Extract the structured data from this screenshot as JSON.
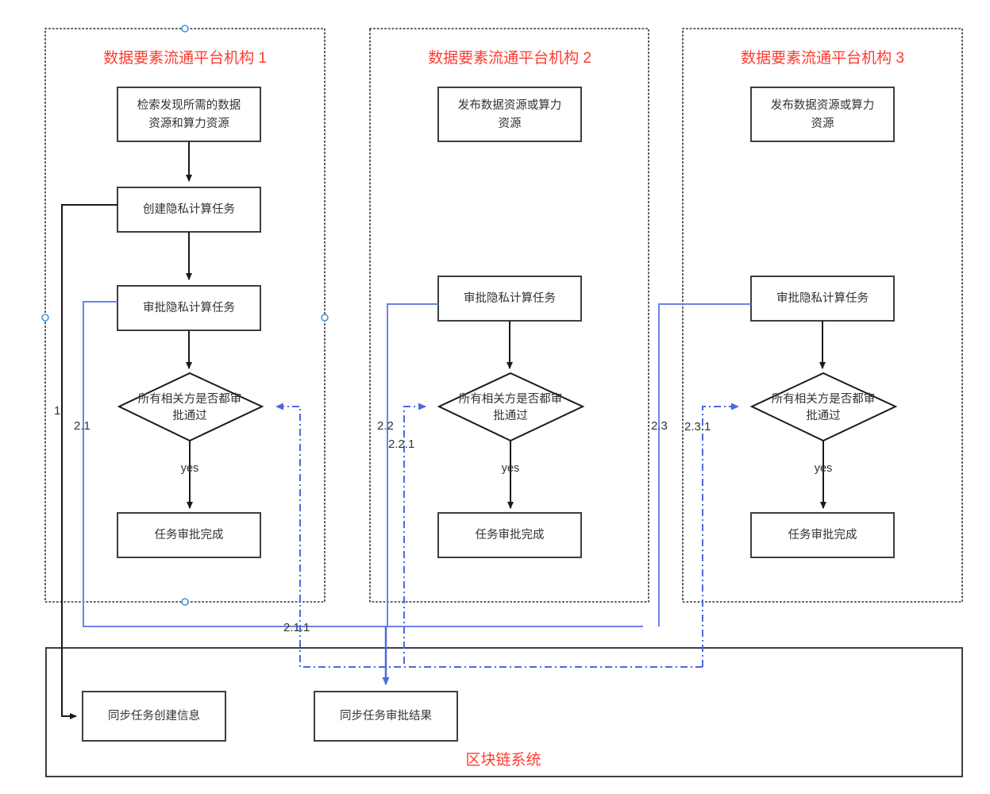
{
  "diagram": {
    "title_color": "#ff3b30",
    "blue_color": "#4a6ae0",
    "organizations": [
      {
        "id": "org1",
        "title": "数据要素流通平台机构 1",
        "nodes": [
          {
            "id": "org1-search",
            "label_line1": "检索发现所需的数据",
            "label_line2": "资源和算力资源"
          },
          {
            "id": "org1-create",
            "label_line1": "创建隐私计算任务",
            "label_line2": ""
          },
          {
            "id": "org1-approve",
            "label_line1": "审批隐私计算任务",
            "label_line2": ""
          },
          {
            "id": "org1-decision",
            "label_line1": "所有相关方是否都审",
            "label_line2": "批通过"
          },
          {
            "id": "org1-done",
            "label_line1": "任务审批完成",
            "label_line2": ""
          }
        ],
        "yes_label": "yes"
      },
      {
        "id": "org2",
        "title": "数据要素流通平台机构 2",
        "nodes": [
          {
            "id": "org2-publish",
            "label_line1": "发布数据资源或算力",
            "label_line2": "资源"
          },
          {
            "id": "org2-approve",
            "label_line1": "审批隐私计算任务",
            "label_line2": ""
          },
          {
            "id": "org2-decision",
            "label_line1": "所有相关方是否都审",
            "label_line2": "批通过"
          },
          {
            "id": "org2-done",
            "label_line1": "任务审批完成",
            "label_line2": ""
          }
        ],
        "yes_label": "yes"
      },
      {
        "id": "org3",
        "title": "数据要素流通平台机构 3",
        "nodes": [
          {
            "id": "org3-publish",
            "label_line1": "发布数据资源或算力",
            "label_line2": "资源"
          },
          {
            "id": "org3-approve",
            "label_line1": "审批隐私计算任务",
            "label_line2": ""
          },
          {
            "id": "org3-decision",
            "label_line1": "所有相关方是否都审",
            "label_line2": "批通过"
          },
          {
            "id": "org3-done",
            "label_line1": "任务审批完成",
            "label_line2": ""
          }
        ],
        "yes_label": "yes"
      }
    ],
    "blockchain": {
      "title": "区块链系统",
      "nodes": [
        {
          "id": "chain-create-info",
          "label": "同步任务创建信息"
        },
        {
          "id": "chain-approve-result",
          "label": "同步任务审批结果"
        }
      ]
    },
    "edge_labels": [
      {
        "id": "edge-1",
        "text": "1"
      },
      {
        "id": "edge-2-1",
        "text": "2.1"
      },
      {
        "id": "edge-2-1-1",
        "text": "2.1.1"
      },
      {
        "id": "edge-2-2",
        "text": "2.2"
      },
      {
        "id": "edge-2-2-1",
        "text": "2.2.1"
      },
      {
        "id": "edge-2-3",
        "text": "2.3"
      },
      {
        "id": "edge-2-3-1",
        "text": "2.3.1"
      }
    ]
  }
}
